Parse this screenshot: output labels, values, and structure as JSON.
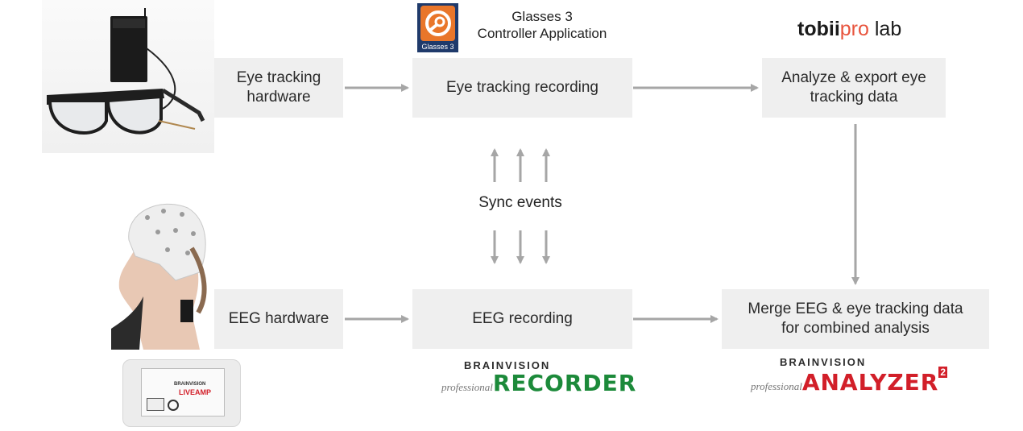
{
  "boxes": {
    "eye_hw": [
      "Eye tracking",
      "hardware"
    ],
    "eye_rec": [
      "Eye tracking recording"
    ],
    "analyze": [
      "Analyze & export eye",
      "tracking data"
    ],
    "eeg_hw": [
      "EEG hardware"
    ],
    "eeg_rec": [
      "EEG recording"
    ],
    "merge": [
      "Merge EEG & eye tracking data",
      "for combined analysis"
    ]
  },
  "labels": {
    "sync_events": "Sync events",
    "glasses3_app": [
      "Glasses 3",
      "Controller Application"
    ],
    "glasses3_icon": "Glasses 3"
  },
  "logos": {
    "tobii": {
      "word": "tobii",
      "pro": "pro",
      "lab": "lab"
    },
    "recorder": {
      "brand": "BRAINVISION",
      "prefix": "professional",
      "name": "RECORDER"
    },
    "analyzer": {
      "brand": "BRAINVISION",
      "prefix": "professional",
      "name": "ANALYZER",
      "sup": "2"
    },
    "liveamp": {
      "brand": "BRAINVISION",
      "name": "LIVEAMP"
    }
  },
  "colors": {
    "box_fill": "#efefef",
    "arrow": "#a6a6a6",
    "tobii_pro": "#e8543d",
    "recorder_green": "#1c8a3a",
    "analyzer_red": "#d21f29",
    "glasses_icon_orange": "#e9762a"
  }
}
